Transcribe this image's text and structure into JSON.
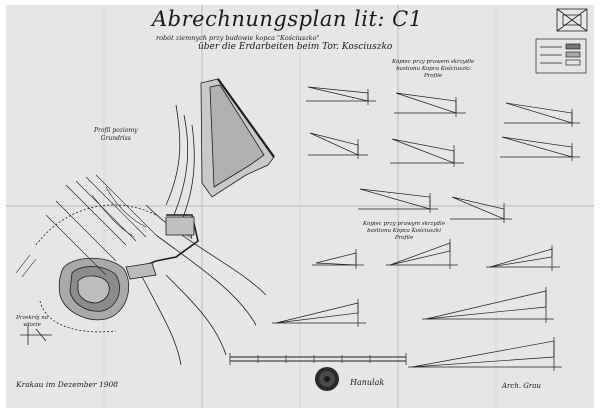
{
  "document": {
    "title": "Abrechnungsplan lit: C1",
    "subtitle_polish": "robót ziemnych przy budowie kopca \"Kościuszko\"",
    "subtitle_german": "über die Erdarbeiten beim Tor. Kosciuszko",
    "top_note": "Kopiec przy prawem skrzydle\nbastionu Kopca Kościuszki\nProfile",
    "mid_note": "Kopiec przy prawym skrzydle\nbastionu Kopca Kościuszki\nProfile",
    "left_note": "Profil poziomy\nGrundriss",
    "bottom_left_note": "Przekrój na\nwlocie",
    "footer_place_date": "Krakau im Dezember 1908",
    "signature_1": "Hanulak",
    "signature_2": "Arch. Grau"
  },
  "colors": {
    "paper": "#e6e6e6",
    "ink": "#1a1a1a",
    "fold": "#bdbdbd"
  }
}
